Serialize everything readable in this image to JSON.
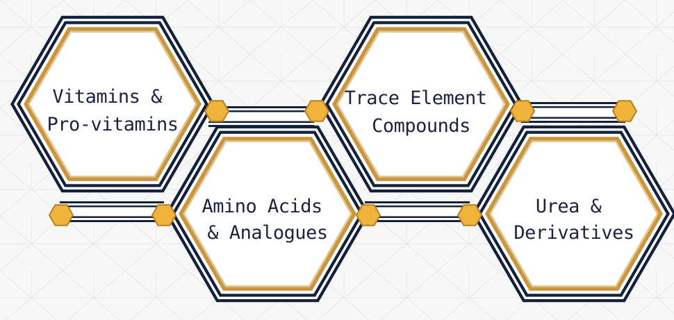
{
  "colors": {
    "background": "#f7f7f8",
    "pattern_line": "#e6e7ea",
    "outline_dark": "#14213d",
    "gold_border": "#c9963f",
    "gold_inner": "#e2c58f",
    "fill": "#ffffff",
    "node_fill": "#f0b43c",
    "node_stroke": "#b87f1c",
    "text": "#1c2340"
  },
  "hexagons": [
    {
      "id": "vitamins",
      "lines": [
        "Vitamins &",
        "Pro-vitamins"
      ]
    },
    {
      "id": "amino",
      "lines": [
        "Amino Acids",
        "& Analogues"
      ]
    },
    {
      "id": "trace",
      "lines": [
        "Trace Element",
        "Compounds"
      ]
    },
    {
      "id": "urea",
      "lines": [
        "Urea &",
        "Derivatives"
      ]
    }
  ],
  "connector_nodes": {
    "count": 8,
    "icon": "hexagon-node-icon"
  }
}
